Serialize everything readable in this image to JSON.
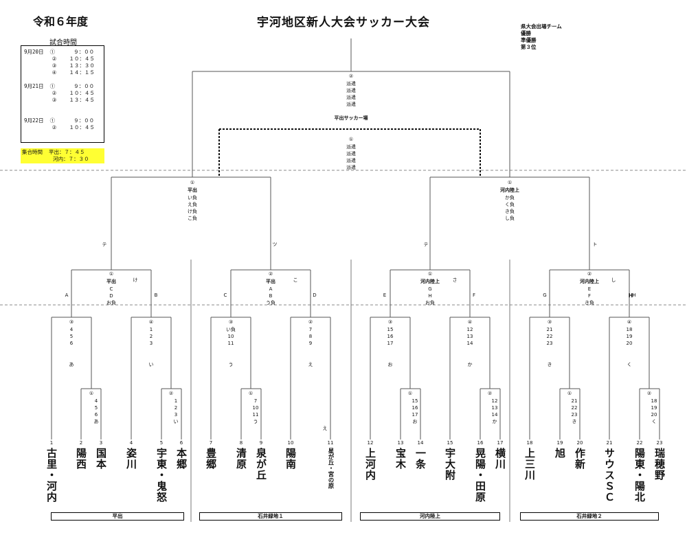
{
  "header": {
    "year": "令和６年度",
    "title": "宇河地区新人大会サッカー大会"
  },
  "legend": {
    "title": "県大会出場チーム",
    "lines": [
      "優勝",
      "準優勝",
      "第３位"
    ]
  },
  "schedule": {
    "title": "試合時間",
    "rows": [
      "9月20日  ①      ９：００",
      "         ②    １０：４５",
      "         ③    １３：３０",
      "         ④    １４：１５",
      "",
      "9月21日  ①      ９：００",
      "         ②    １０：４５",
      "         ③    １３：４５",
      "",
      "",
      "9月22日  ①      ９：００",
      "         ②    １０：４５"
    ]
  },
  "meeting": {
    "line1": "集合時間  平出：７：４５",
    "line2": "          河内：７：３０"
  },
  "final": {
    "top": {
      "num": "②",
      "lines": [
        "派遣",
        "派遣",
        "派遣",
        "派遣"
      ]
    },
    "venue": "平出サッカー場",
    "third": {
      "num": "①",
      "lines": [
        "派遣",
        "派遣",
        "派遣",
        "派遣"
      ]
    }
  },
  "semis": [
    {
      "num": "①",
      "venue": "平出",
      "lines": [
        "い負",
        "え負",
        "け負",
        "こ負"
      ]
    },
    {
      "num": "①",
      "venue": "河内陸上",
      "lines": [
        "か負",
        "く負",
        "き負",
        "し負"
      ]
    }
  ],
  "round_labels": {
    "a": "テ",
    "b": "ツ",
    "c": "テ",
    "d": "ト"
  },
  "qf": [
    {
      "num": "①",
      "venue": "平出",
      "lines": [
        "C",
        "D",
        "お負"
      ],
      "tag": "け"
    },
    {
      "num": "②",
      "venue": "平出",
      "lines": [
        "A",
        "B",
        "う負"
      ],
      "tag": "こ"
    },
    {
      "num": "①",
      "venue": "河内陸上",
      "lines": [
        "G",
        "H",
        "お負"
      ],
      "tag": "さ"
    },
    {
      "num": "②",
      "venue": "河内陸上",
      "lines": [
        "E",
        "F",
        "き負"
      ],
      "tag": "し"
    }
  ],
  "r2_labels": [
    "A",
    "B",
    "C",
    "D",
    "E",
    "F",
    "G",
    "H"
  ],
  "r2": [
    {
      "num": "③",
      "lines": [
        "4",
        "5",
        "6"
      ],
      "tag": "あ"
    },
    {
      "num": "④",
      "lines": [
        "1",
        "2",
        "3"
      ],
      "tag": "い"
    },
    {
      "num": "③",
      "lines": [
        "い負",
        "10",
        "11"
      ],
      "tag": "う"
    },
    {
      "num": "②",
      "lines": [
        "7",
        "8",
        "9"
      ],
      "tag": "え"
    },
    {
      "num": "③",
      "lines": [
        "15",
        "16",
        "17"
      ],
      "tag": "お"
    },
    {
      "num": "④",
      "lines": [
        "12",
        "13",
        "14"
      ],
      "tag": "か"
    },
    {
      "num": "③",
      "lines": [
        "21",
        "22",
        "23"
      ],
      "tag": "き"
    },
    {
      "num": "④",
      "lines": [
        "18",
        "19",
        "20"
      ],
      "tag": "く"
    }
  ],
  "r1": [
    {
      "num": "①",
      "lines": [
        "4",
        "5",
        "6",
        "あ"
      ]
    },
    {
      "num": "②",
      "lines": [
        "1",
        "2",
        "3",
        "い"
      ]
    },
    {
      "num": "①",
      "lines": [
        "7",
        "10",
        "11",
        "う"
      ]
    },
    {
      "num": "①",
      "lines": [
        "15",
        "16",
        "17",
        "お"
      ]
    },
    {
      "num": "②",
      "lines": [
        "12",
        "13",
        "14",
        "か"
      ]
    },
    {
      "num": "①",
      "lines": [
        "21",
        "22",
        "23",
        "き"
      ]
    },
    {
      "num": "②",
      "lines": [
        "18",
        "19",
        "20",
        "く"
      ]
    }
  ],
  "extra_marks": {
    "h": "H",
    "e9": "え"
  },
  "teams": [
    {
      "no": "1",
      "name": "古里・河内"
    },
    {
      "no": "2",
      "name": "陽西"
    },
    {
      "no": "3",
      "name": "国本"
    },
    {
      "no": "4",
      "name": "姿川"
    },
    {
      "no": "5",
      "name": "宇東・鬼怒"
    },
    {
      "no": "6",
      "name": "本郷"
    },
    {
      "no": "7",
      "name": "豊郷"
    },
    {
      "no": "8",
      "name": "清原"
    },
    {
      "no": "9",
      "name": "泉が丘"
    },
    {
      "no": "10",
      "name": "陽南"
    },
    {
      "no": "11",
      "name": "星が丘・宮の原"
    },
    {
      "no": "12",
      "name": "上河内"
    },
    {
      "no": "13",
      "name": "宝木"
    },
    {
      "no": "14",
      "name": "一条"
    },
    {
      "no": "15",
      "name": "宇大附"
    },
    {
      "no": "16",
      "name": "晃陽・田原"
    },
    {
      "no": "17",
      "name": "横川"
    },
    {
      "no": "18",
      "name": "上三川"
    },
    {
      "no": "19",
      "name": "旭"
    },
    {
      "no": "20",
      "name": "作新"
    },
    {
      "no": "21",
      "name": "サウスＳＣ"
    },
    {
      "no": "22",
      "name": "陽東・陽北"
    },
    {
      "no": "23",
      "name": "瑞穂野"
    }
  ],
  "venues": [
    "平出",
    "石井緑地１",
    "河内陸上",
    "石井緑地２"
  ]
}
